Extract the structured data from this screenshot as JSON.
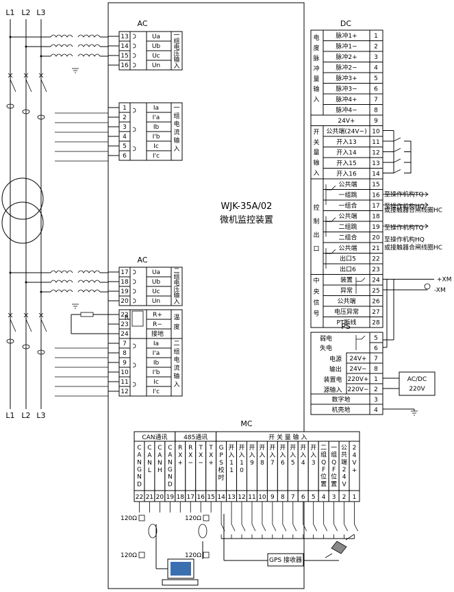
{
  "device": {
    "model": "WJK-35A/02",
    "name": "微机监控装置"
  },
  "lines": {
    "l1": "L1",
    "l2": "L2",
    "l3": "L3"
  },
  "ac_top": {
    "title": "AC",
    "volt_rows": [
      {
        "n": "13",
        "l": "Ua"
      },
      {
        "n": "14",
        "l": "Ub"
      },
      {
        "n": "15",
        "l": "Uc"
      },
      {
        "n": "16",
        "l": "Un"
      }
    ],
    "volt_label": [
      "一",
      "组",
      "电",
      "压",
      "输",
      "入"
    ],
    "cur_rows": [
      {
        "n": "1",
        "l": "Ia"
      },
      {
        "n": "2",
        "l": "I'a"
      },
      {
        "n": "3",
        "l": "Ib"
      },
      {
        "n": "4",
        "l": "I'b"
      },
      {
        "n": "5",
        "l": "Ic"
      },
      {
        "n": "6",
        "l": "I'c"
      }
    ],
    "cur_label": [
      "一",
      "组",
      "电",
      "流",
      "输",
      "入"
    ]
  },
  "ac_bot": {
    "title": "AC",
    "volt_rows": [
      {
        "n": "17",
        "l": "Ua"
      },
      {
        "n": "18",
        "l": "Ub"
      },
      {
        "n": "19",
        "l": "Uc"
      },
      {
        "n": "20",
        "l": "Un"
      }
    ],
    "volt_label": [
      "二",
      "组",
      "电",
      "压",
      "输",
      "入"
    ],
    "temp_rows": [
      {
        "n": "22",
        "l": "R+"
      },
      {
        "n": "23",
        "l": "R−"
      },
      {
        "n": "24",
        "l": "接地"
      }
    ],
    "temp_label": [
      "温",
      "度"
    ],
    "cur_rows": [
      {
        "n": "7",
        "l": "Ia"
      },
      {
        "n": "8",
        "l": "I'a"
      },
      {
        "n": "9",
        "l": "Ib"
      },
      {
        "n": "10",
        "l": "I'b"
      },
      {
        "n": "11",
        "l": "Ic"
      },
      {
        "n": "12",
        "l": "I'c"
      }
    ],
    "cur_label": [
      "二",
      "组",
      "电",
      "流",
      "输",
      "入"
    ]
  },
  "dc": {
    "title": "DC",
    "pulse_label": [
      "电",
      "度",
      "脉",
      "冲",
      "量",
      "输",
      "入"
    ],
    "pulse_rows": [
      {
        "n": "1",
        "l": "脉冲1+"
      },
      {
        "n": "2",
        "l": "脉冲1−"
      },
      {
        "n": "3",
        "l": "脉冲2+"
      },
      {
        "n": "4",
        "l": "脉冲2−"
      },
      {
        "n": "5",
        "l": "脉冲3+"
      },
      {
        "n": "6",
        "l": "脉冲3−"
      },
      {
        "n": "7",
        "l": "脉冲4+"
      },
      {
        "n": "8",
        "l": "脉冲4−"
      }
    ],
    "pwr_row": {
      "n": "9",
      "l": "24V+"
    },
    "sw_label": [
      "开",
      "关",
      "量",
      "输",
      "入"
    ],
    "sw_rows": [
      {
        "n": "10",
        "l": "公共端(24V−)"
      },
      {
        "n": "11",
        "l": "开入13"
      },
      {
        "n": "12",
        "l": "开入14"
      },
      {
        "n": "13",
        "l": "开入15"
      },
      {
        "n": "14",
        "l": "开入16"
      }
    ],
    "ctrl_label": [
      "控",
      "制",
      "出",
      "口"
    ],
    "ctrl_rows": [
      {
        "n": "15",
        "l": "公共端"
      },
      {
        "n": "16",
        "l": "一组跳"
      },
      {
        "n": "17",
        "l": "一组合"
      },
      {
        "n": "18",
        "l": "公共端"
      },
      {
        "n": "19",
        "l": "二组跳"
      },
      {
        "n": "20",
        "l": "二组合"
      },
      {
        "n": "21",
        "l": "公共端"
      },
      {
        "n": "22",
        "l": "出口5"
      },
      {
        "n": "23",
        "l": "出口6"
      }
    ],
    "ctrl_notes": [
      "至操作机构TQ",
      "至操作机构HQ",
      "或接触器合闸线圈HC",
      "至操作机构TQ",
      "至操作机构HQ",
      "或接触器合闸线圈HC"
    ],
    "sig_label": [
      "中",
      "央",
      "信",
      "号"
    ],
    "sig_rows": [
      {
        "n": "24",
        "l": "装置"
      },
      {
        "n": "25",
        "l": "异常"
      },
      {
        "n": "26",
        "l": "公共端"
      },
      {
        "n": "27",
        "l": "电压异常"
      },
      {
        "n": "28",
        "l": "PT断线"
      }
    ],
    "xm_plus": "+XM",
    "xm_minus": "-XM"
  },
  "ps": {
    "title": "PS",
    "weak_label": [
      "弱电",
      "失电"
    ],
    "rows": [
      {
        "n": "5",
        "l": ""
      },
      {
        "n": "6",
        "l": ""
      },
      {
        "n": "7",
        "l": "24V+"
      },
      {
        "n": "8",
        "l": "24V−"
      },
      {
        "n": "1",
        "l": "220V+"
      },
      {
        "n": "2",
        "l": "220V−"
      },
      {
        "n": "3",
        "l": "数字地"
      },
      {
        "n": "4",
        "l": "机壳地"
      }
    ],
    "out_label": [
      "电源",
      "输出"
    ],
    "in_label": [
      "装置电",
      "源输入"
    ],
    "acdc": [
      "AC/DC",
      "220V"
    ]
  },
  "mc": {
    "title": "MC",
    "headers": {
      "can": "CAN通讯",
      "rs485": "485通讯",
      "sw": "开 关 量 输 入"
    },
    "cols": [
      {
        "n": "22",
        "l": "CANGND"
      },
      {
        "n": "21",
        "l": "CANL"
      },
      {
        "n": "20",
        "l": "CANH"
      },
      {
        "n": "19",
        "l": "CANGND"
      },
      {
        "n": "18",
        "l": "RX+"
      },
      {
        "n": "17",
        "l": "RX−"
      },
      {
        "n": "16",
        "l": "TX−"
      },
      {
        "n": "15",
        "l": "TX+"
      },
      {
        "n": "14",
        "l": "GPS校时"
      },
      {
        "n": "13",
        "l": "开入11"
      },
      {
        "n": "12",
        "l": "开入10"
      },
      {
        "n": "11",
        "l": "开入9"
      },
      {
        "n": "10",
        "l": "开入8"
      },
      {
        "n": "9",
        "l": "开入7"
      },
      {
        "n": "8",
        "l": "开入6"
      },
      {
        "n": "7",
        "l": "开入5"
      },
      {
        "n": "6",
        "l": "开入4"
      },
      {
        "n": "5",
        "l": "开入3"
      },
      {
        "n": "4",
        "l": "二组QF位置"
      },
      {
        "n": "3",
        "l": "一组QF位置"
      },
      {
        "n": "2",
        "l": "公共端24V"
      },
      {
        "n": "1",
        "l": "24V+"
      }
    ],
    "res1": "120Ω",
    "res2": "120Ω",
    "res3": "120Ω",
    "res4": "120Ω",
    "gps": "GPS 接收器"
  }
}
